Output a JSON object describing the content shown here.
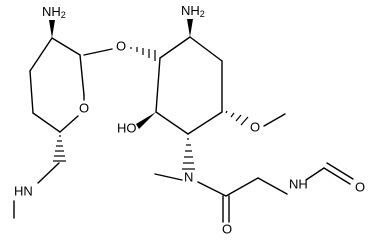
{
  "molecule": {
    "labels": {
      "sugar_amine": "NH2",
      "ring_amine": "NH2",
      "ether_oxygen": "O",
      "ring_oxygen": "O",
      "hydroxyl": "HO",
      "methoxy_oxygen": "O",
      "amine_n": "HN",
      "amide_n": "N",
      "amide_carbonyl_o": "O",
      "formamide_nh": "NH",
      "formyl_o": "O"
    },
    "colors": {
      "bond": "#000000",
      "text": "#000000",
      "background": "#ffffff"
    }
  }
}
